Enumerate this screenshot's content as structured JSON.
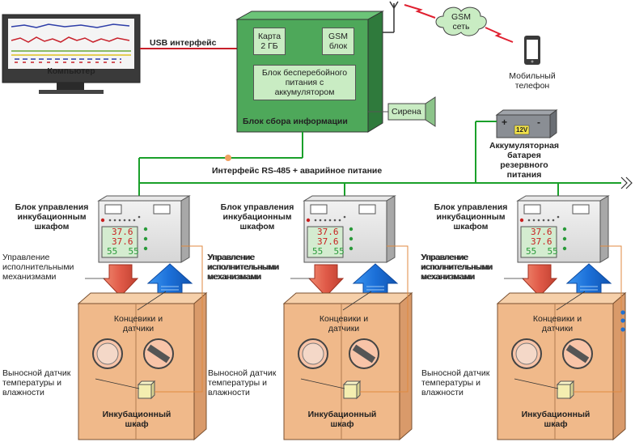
{
  "computer": {
    "label": "Компьютер"
  },
  "usb": {
    "label": "USB интерфейс"
  },
  "collector": {
    "title": "Блок сбора информации",
    "card_label": "Карта\n2 ГБ",
    "gsm_block_label": "GSM\nблок",
    "ups_label": "Блок бесперебойного\nпитания с\nаккумулятором"
  },
  "gsm": {
    "cloud_label": "GSM\nсеть",
    "phone_label": "Мобильный\nтелефон"
  },
  "siren": {
    "label": "Сирена"
  },
  "battery": {
    "label": "Аккумуляторная\nбатарея\nрезервного\nпитания",
    "plate": "12V",
    "plus": "+",
    "minus": "-"
  },
  "bus": {
    "label": "Интерфейс RS-485 + аварийное питание"
  },
  "units": [
    {
      "control_title": "Блок управления\nинкубационным\nшкафом",
      "actuators_label": "Управление\nисполнительными\nмеханизмами",
      "limit_label": "Концевики и\nдатчики",
      "remote_sensor_label": "Выносной датчик\nтемпературы и\nвлажности",
      "cabinet_title": "Инкубационный\nшкаф",
      "display": [
        "37.6",
        "37.6",
        "55  55"
      ]
    },
    {
      "control_title": "Блок управления\nинкубационным\nшкафом",
      "actuators_label": "Управление\nисполнительными\nмеханизмами",
      "limit_label": "Концевики и\nдатчики",
      "remote_sensor_label": "Выносной датчик\nтемпературы и\nвлажности",
      "cabinet_title": "Инкубационный\nшкаф",
      "display": [
        "37.6",
        "37.6",
        "55  55"
      ]
    },
    {
      "control_title": "Блок управления\nинкубационным\nшкафом",
      "actuators_label": "Управление\nисполнительными\nмеханизмами",
      "limit_label": "Концевики и\nдатчики",
      "remote_sensor_label": "Выносной датчик\nтемпературы и\nвлажности",
      "cabinet_title": "Инкубационный\nшкаф",
      "display": [
        "37.6",
        "37.6",
        "55  55"
      ]
    }
  ],
  "colors": {
    "bus": "#1aa02a",
    "usb_line": "#c8202a",
    "collector": "#4ea85a",
    "cabinet": "#f0b98a",
    "arrow_down": "#e8705a",
    "arrow_up": "#2a7ad8"
  }
}
